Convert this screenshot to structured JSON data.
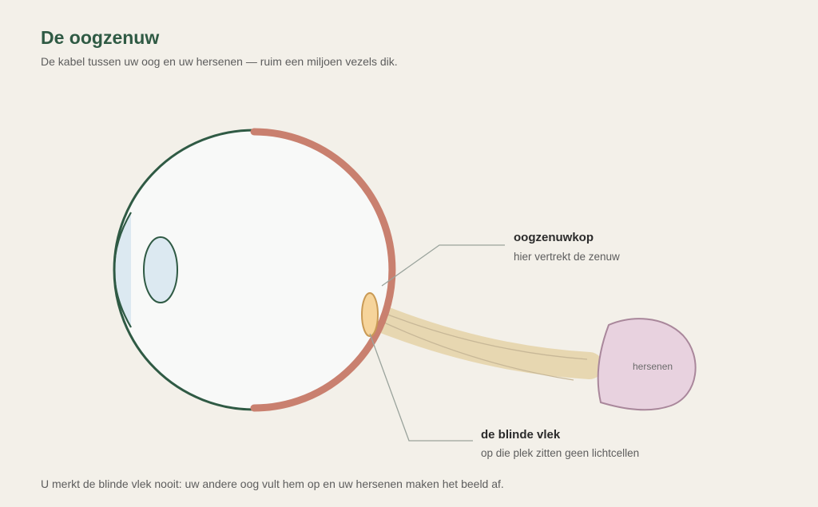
{
  "header": {
    "title": "De oogzenuw",
    "subtitle": "De kabel tussen uw oog en uw hersenen — ruim een miljoen vezels dik."
  },
  "diagram": {
    "callouts": {
      "optic_disc": {
        "title": "oogzenuwkop",
        "subtitle": "hier vertrekt de zenuw"
      },
      "blind_spot": {
        "title": "de blinde vlek",
        "subtitle": "op die plek zitten geen lichtcellen"
      }
    },
    "brain_label": "hersenen",
    "colors": {
      "eye_outline": "#2f5a44",
      "retina": "#c9806f",
      "nerve": "#e7d7b1",
      "optic_disc": "#f6d49b",
      "brain": "#e8d2df",
      "lens": "#dce9f1"
    }
  },
  "footer": {
    "note": "U merkt de blinde vlek nooit: uw andere oog vult hem op en uw hersenen maken het beeld af."
  }
}
